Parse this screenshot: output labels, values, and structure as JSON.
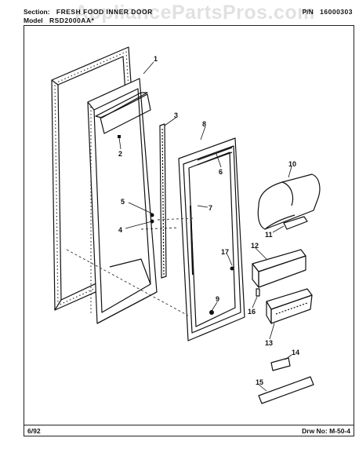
{
  "header": {
    "section_label": "Section:",
    "section_value": "FRESH FOOD INNER DOOR",
    "pn_label": "P/N",
    "pn_value": "16000303",
    "model_label": "Model",
    "model_value": "RSD2000AA*"
  },
  "watermark": "AppliancePartsPros.com",
  "footer": {
    "date": "6/92",
    "drawing_number": "Drw No: M-50-4"
  },
  "callouts": [
    "1",
    "2",
    "3",
    "4",
    "5",
    "6",
    "7",
    "8",
    "9",
    "10",
    "11",
    "12",
    "13",
    "14",
    "15",
    "16",
    "17"
  ]
}
